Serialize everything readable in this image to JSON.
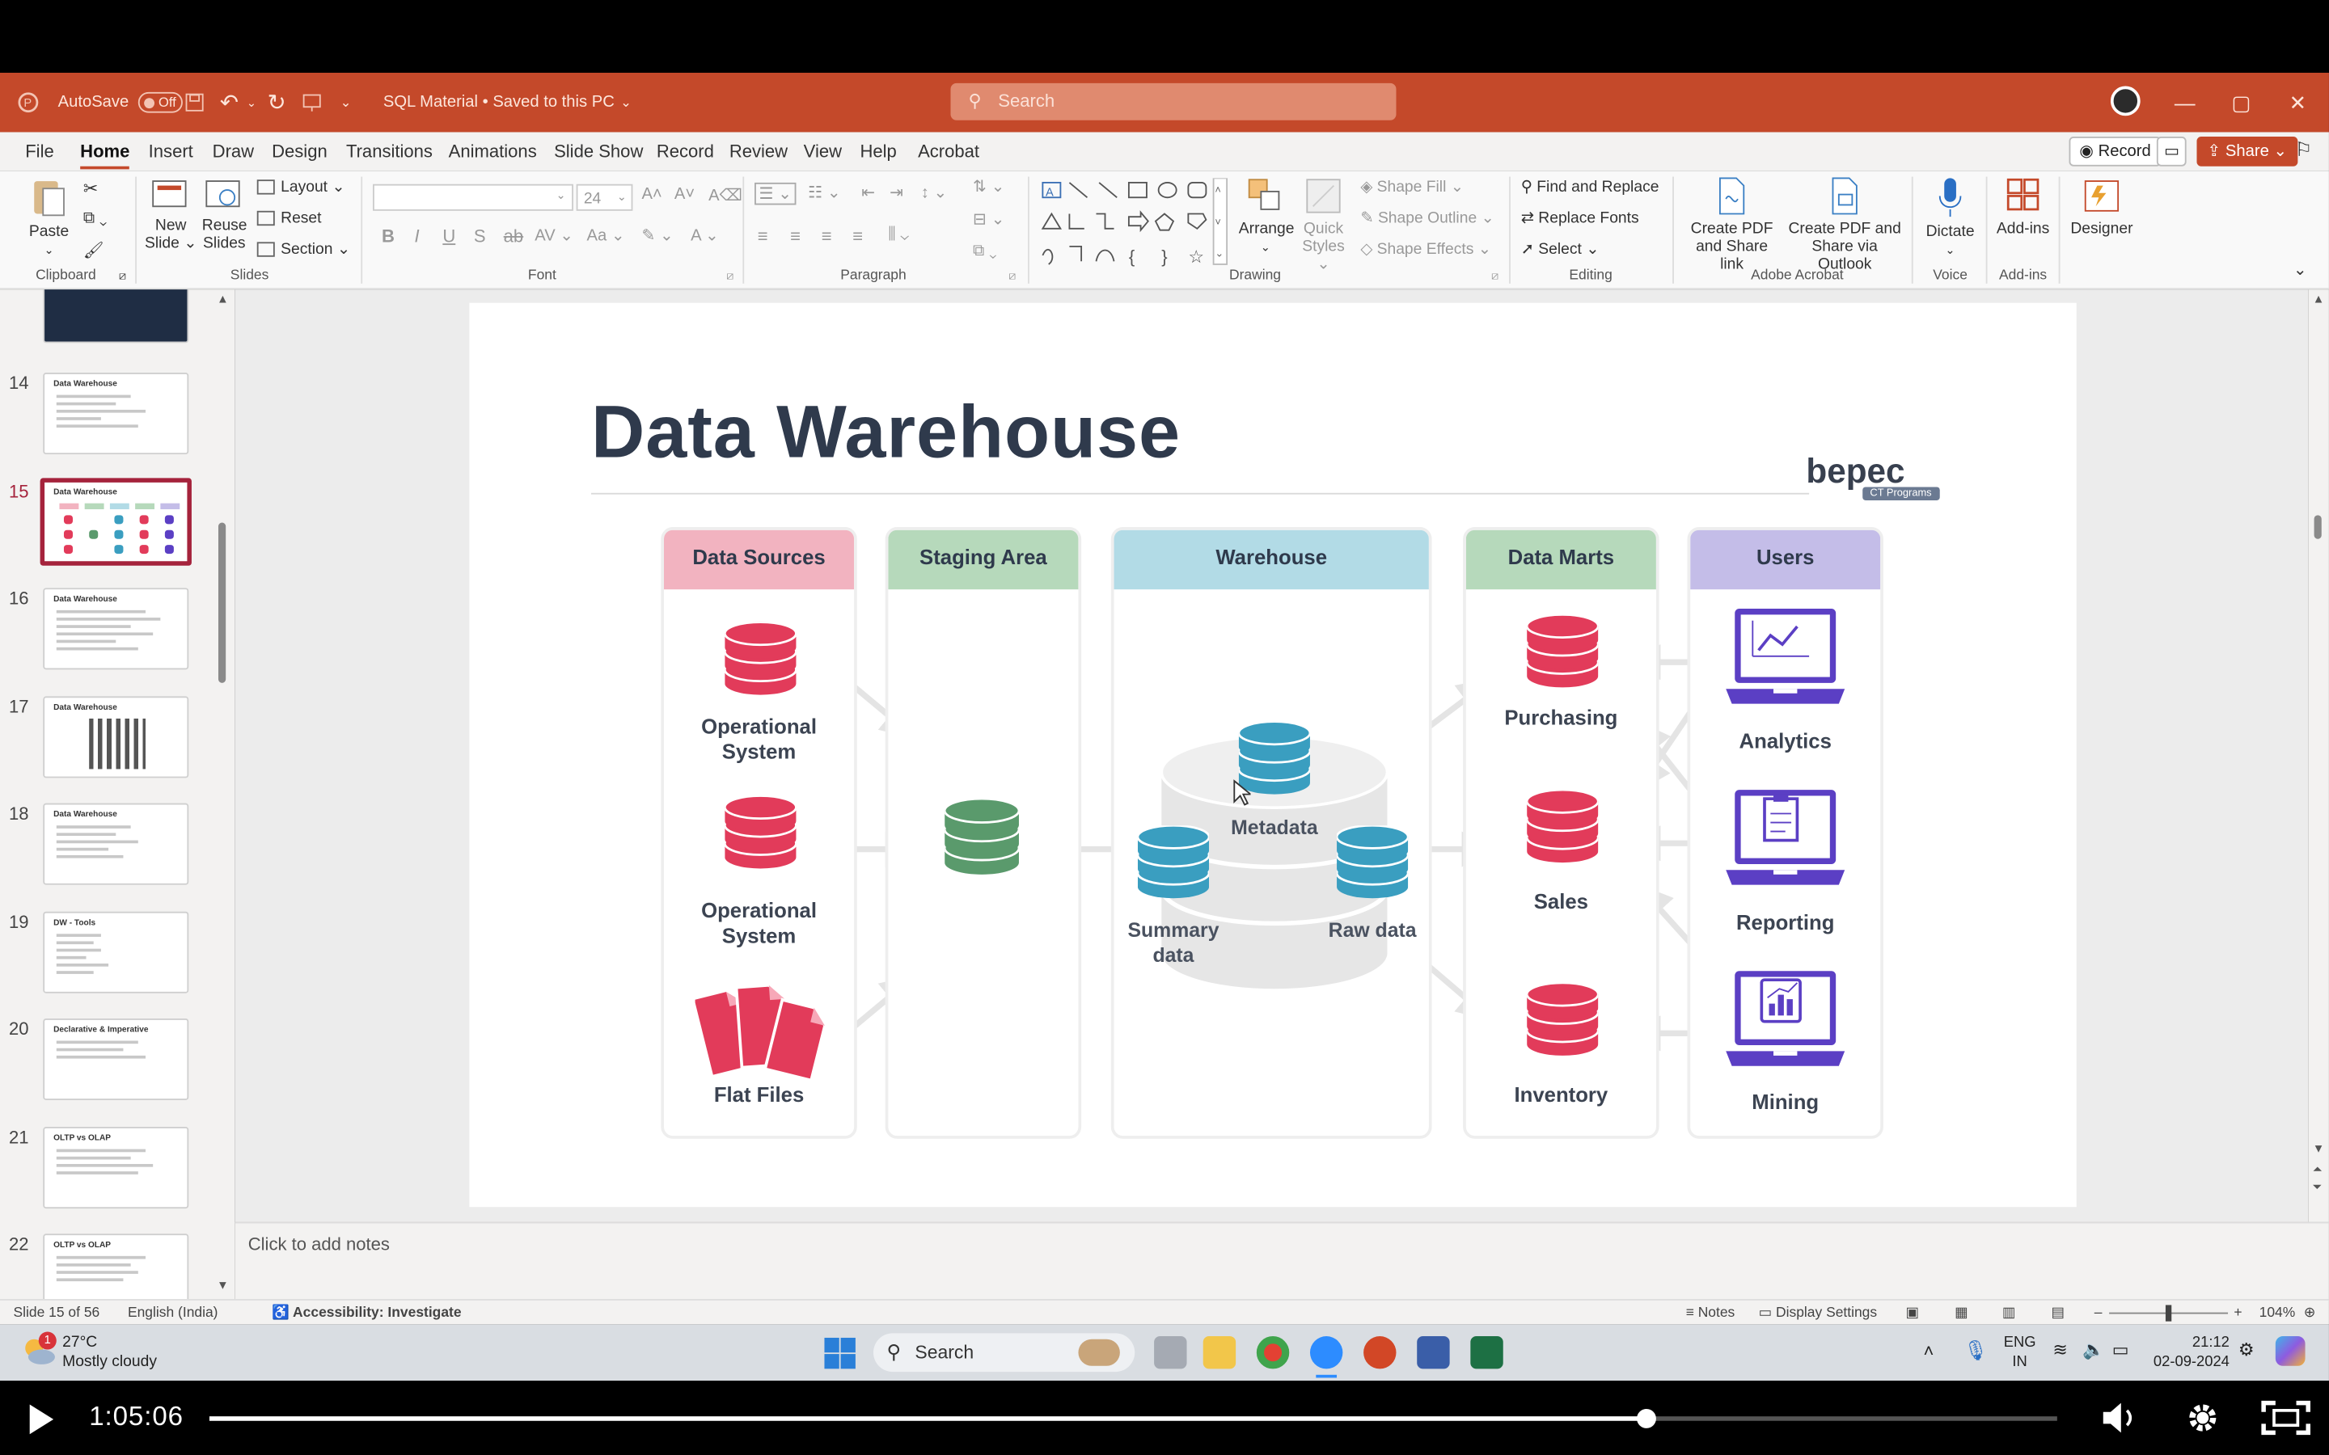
{
  "titlebar": {
    "autosave_label": "AutoSave",
    "autosave_state": "Off",
    "doc_title": "SQL Material • Saved to this PC",
    "search_placeholder": "Search"
  },
  "tabs": [
    "File",
    "Home",
    "Insert",
    "Draw",
    "Design",
    "Transitions",
    "Animations",
    "Slide Show",
    "Record",
    "Review",
    "View",
    "Help",
    "Acrobat"
  ],
  "active_tab": "Home",
  "tab_actions": {
    "record": "Record",
    "share": "Share"
  },
  "ribbon": {
    "clipboard": {
      "paste": "Paste",
      "group": "Clipboard"
    },
    "slides": {
      "new_slide": "New Slide",
      "reuse_slides": "Reuse Slides",
      "layout": "Layout",
      "reset": "Reset",
      "section": "Section",
      "group": "Slides"
    },
    "font": {
      "size": "24",
      "group": "Font"
    },
    "paragraph": {
      "group": "Paragraph"
    },
    "drawing": {
      "arrange": "Arrange",
      "quick_styles": "Quick Styles",
      "shape_fill": "Shape Fill",
      "shape_outline": "Shape Outline",
      "shape_effects": "Shape Effects",
      "group": "Drawing"
    },
    "editing": {
      "find_replace": "Find and Replace",
      "replace_fonts": "Replace Fonts",
      "select": "Select",
      "group": "Editing"
    },
    "acrobat": {
      "create_pdf_share": "Create PDF and Share link",
      "create_pdf_outlook": "Create PDF and Share via Outlook",
      "group": "Adobe Acrobat"
    },
    "voice": {
      "dictate": "Dictate",
      "group": "Voice"
    },
    "addins": {
      "addins": "Add-ins",
      "group": "Add-ins"
    },
    "designer": {
      "label": "Designer"
    }
  },
  "thumbnails": [
    {
      "num": "14",
      "title": "Data Warehouse"
    },
    {
      "num": "15",
      "title": "Data Warehouse"
    },
    {
      "num": "16",
      "title": "Data Warehouse"
    },
    {
      "num": "17",
      "title": "Data Warehouse"
    },
    {
      "num": "18",
      "title": "Data Warehouse"
    },
    {
      "num": "19",
      "title": "DW - Tools"
    },
    {
      "num": "20",
      "title": "Declarative & Imperative"
    },
    {
      "num": "21",
      "title": "OLTP vs OLAP"
    },
    {
      "num": "22",
      "title": "OLTP vs OLAP"
    }
  ],
  "selected_slide": "15",
  "slide": {
    "title": "Data Warehouse",
    "logo": "bepec",
    "logo_sub": "CT Programs",
    "columns": [
      {
        "header": "Data Sources",
        "color": "#f2b3c0"
      },
      {
        "header": "Staging Area",
        "color": "#b6d9bb"
      },
      {
        "header": "Warehouse",
        "color": "#b2dbe6"
      },
      {
        "header": "Data Marts",
        "color": "#b6d9bb"
      },
      {
        "header": "Users",
        "color": "#c4bde8"
      }
    ],
    "sources": [
      "Operational System",
      "Operational System",
      "Flat Files"
    ],
    "warehouse_items": [
      "Metadata",
      "Summary data",
      "Raw data"
    ],
    "marts": [
      "Purchasing",
      "Sales",
      "Inventory"
    ],
    "users": [
      "Analytics",
      "Reporting",
      "Mining"
    ],
    "colors": {
      "pink": "#e23b5a",
      "green": "#5a9a6c",
      "blue": "#3a9ec0",
      "purple": "#5b3fc4",
      "arrow": "#e4e4e4"
    }
  },
  "notes": {
    "placeholder": "Click to add notes"
  },
  "status": {
    "slide_count": "Slide 15 of 56",
    "language": "English (India)",
    "accessibility": "Accessibility: Investigate",
    "notes": "Notes",
    "display_settings": "Display Settings",
    "zoom": "104%"
  },
  "taskbar": {
    "weather_temp": "27°C",
    "weather_desc": "Mostly cloudy",
    "weather_badge": "1",
    "search": "Search",
    "lang1": "ENG",
    "lang2": "IN",
    "time": "21:12",
    "date": "02-09-2024"
  },
  "player": {
    "time": "1:05:06",
    "progress": 0.777
  }
}
